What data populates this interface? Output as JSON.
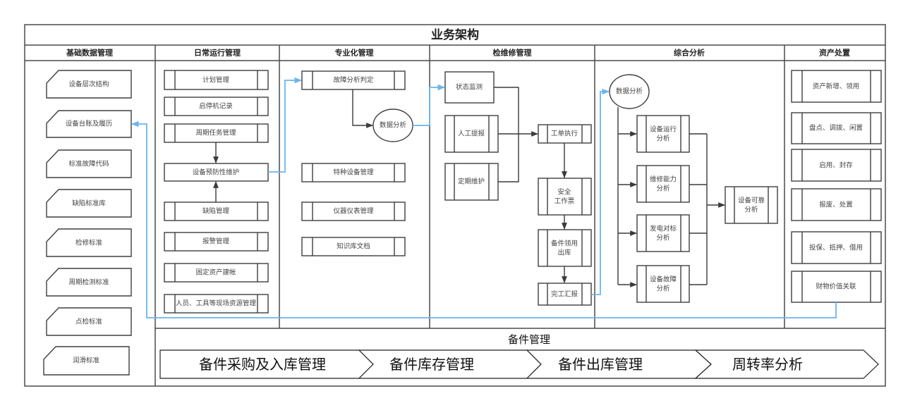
{
  "title": "业务架构",
  "colors": {
    "line": "#3a3a3a",
    "flow_link": "#6cb4ee"
  },
  "columns": {
    "basic_data": {
      "header": "基础数据管理",
      "items": [
        "设备层次结构",
        "设备台账及履历",
        "标准故障代码",
        "缺陷标准库",
        "检修标准",
        "周期检测标准",
        "点检标准",
        "润滑标准"
      ]
    },
    "daily_ops": {
      "header": "日常运行管理",
      "items": [
        "计划管理",
        "启停机记录",
        "周期任务管理",
        "设备预防性维护",
        "缺陷管理",
        "报警管理",
        "固定资产建帐",
        "人员、工具等现场资源管理"
      ]
    },
    "specialized": {
      "header": "专业化管理",
      "fault_judgement": "故障分析判定",
      "data_analysis": "数据分析",
      "items": [
        "特种设备管理",
        "仪器仪表管理",
        "知识库文档"
      ]
    },
    "maintenance": {
      "header": "检维修管理",
      "condition_monitoring": "状态监测",
      "manual_report": "人工提报",
      "periodic_maintenance": "定期维护",
      "work_order": "工单执行",
      "safety_ticket": [
        "安全",
        "工作票"
      ],
      "parts_issue": [
        "备件领用",
        "出库"
      ],
      "completion_report": "完工汇报"
    },
    "analysis": {
      "header": "综合分析",
      "data_analysis": "数据分析",
      "items": [
        [
          "设备运行",
          "分析"
        ],
        [
          "维修能力",
          "分析"
        ],
        [
          "发电对标",
          "分析"
        ],
        [
          "设备故障",
          "分析"
        ]
      ],
      "result": [
        "设备可靠",
        "分析"
      ]
    },
    "assets": {
      "header": "资产处置",
      "items": [
        "资产新增、领用",
        "盘点、调拨、闲置",
        "启用、封存",
        "报废、处置",
        "投保、抵押、借用",
        "财物价值关联"
      ]
    }
  },
  "spare_parts": {
    "header": "备件管理",
    "steps": [
      "备件采购及入库管理",
      "备件库存管理",
      "备件出库管理",
      "周转率分析"
    ]
  }
}
